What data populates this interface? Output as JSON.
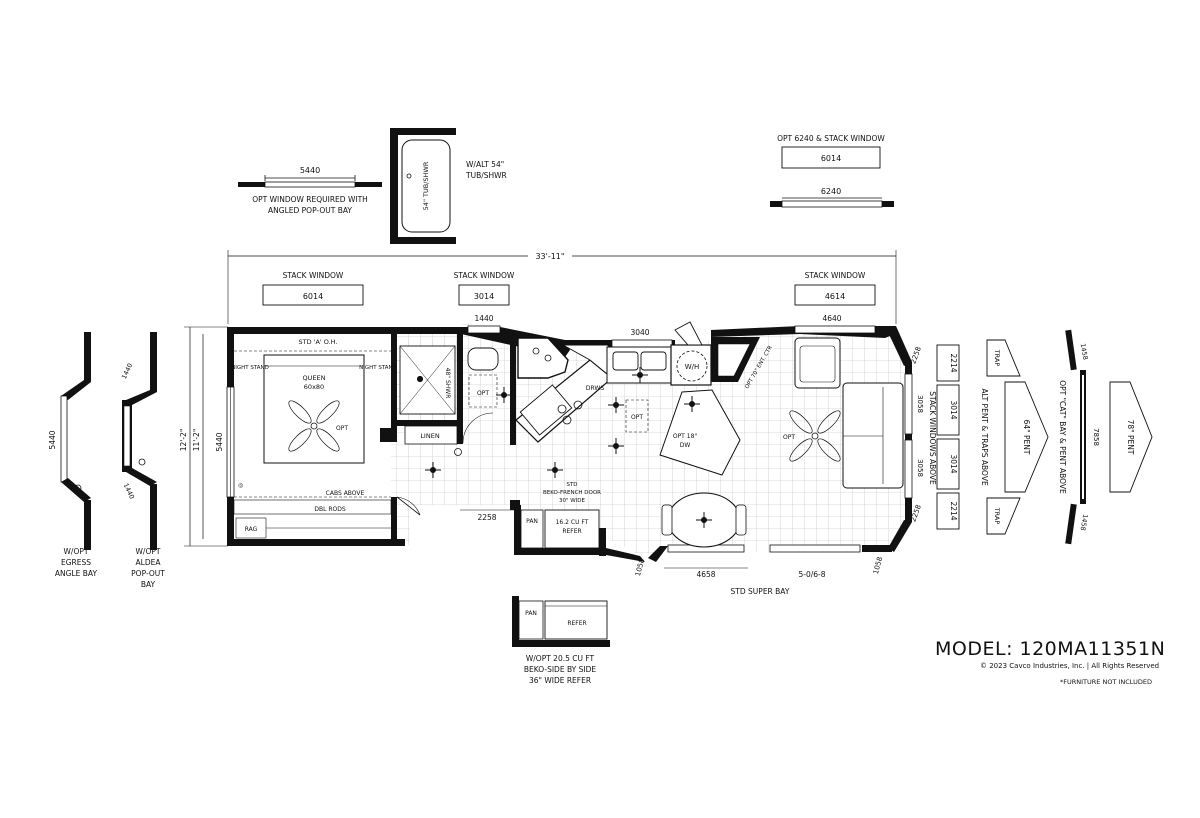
{
  "model": {
    "label": "MODEL: 120MA11351N",
    "copyright": "© 2023 Cavco Industries, Inc. | All Rights Reserved",
    "furniture_note": "*FURNITURE NOT INCLUDED"
  },
  "top_options": {
    "window_5440": "5440",
    "opt_window_line1": "OPT WINDOW REQUIRED WITH",
    "opt_window_line2": "ANGLED POP-OUT BAY",
    "tub_label": "54\" TUB/SHWR",
    "alt_tub_line1": "W/ALT 54\"",
    "alt_tub_line2": "TUB/SHWR",
    "opt6240_title": "OPT 6240 & STACK WINDOW",
    "opt6240_stack": "6014",
    "opt6240_window": "6240"
  },
  "overall_length": "33'-11\"",
  "stack_windows": [
    {
      "title": "STACK WINDOW",
      "size": "6014"
    },
    {
      "title": "STACK WINDOW",
      "size": "3014"
    },
    {
      "title": "STACK WINDOW",
      "size": "4614"
    }
  ],
  "window_sizes": {
    "bath": "1440",
    "kitchen": "3040",
    "living": "4640",
    "left_end": "5440",
    "dining": "4658",
    "door_bay": "2258",
    "bay_left": "1058",
    "bay_right": "1058",
    "front_top": "2258",
    "front_bottom": "2258",
    "front_win1": "3058",
    "front_win2": "3058",
    "slider": "5-0/6-8"
  },
  "side_dims": {
    "outer": "12'-2\"",
    "inner": "11'-2\""
  },
  "rooms": {
    "bed_oh": "STD 'A' O.H.",
    "night_stand": "NIGHT\nSTAND",
    "queen": "QUEEN",
    "queen_size": "60x80",
    "opt": "OPT",
    "shower": "48\" SHWR",
    "linen": "LINEN",
    "cabs_above": "CABS ABOVE",
    "dbl_rods": "DBL RODS",
    "rag": "RAG",
    "drws": "DRWS",
    "wh": "W/H",
    "ent_ctr": "OPT 70\" ENT. CTR",
    "dw_line1": "OPT 18\"",
    "dw_line2": "DW",
    "refer_line1": "16.2 CU FT",
    "refer_line2": "REFER",
    "pan": "PAN",
    "beko_line1": "STD",
    "beko_line2": "BEKO-FRENCH DOOR",
    "beko_line3": "30\" WIDE",
    "super_bay": "STD SUPER BAY"
  },
  "left_bays": {
    "egress_size": "5440",
    "egress_line1": "W/OPT",
    "egress_line2": "EGRESS",
    "egress_line3": "ANGLE BAY",
    "aldea_size_top": "1440",
    "aldea_size_bottom": "1440",
    "aldea_line1": "W/OPT",
    "aldea_line2": "ALDEA",
    "aldea_line3": "POP-OUT",
    "aldea_line4": "BAY"
  },
  "front_options": {
    "sizes": [
      "2214",
      "3014",
      "3014",
      "2214"
    ],
    "stack_above": "STACK WINDOWS ABOVE",
    "trap": "TRAP",
    "pent64": "64\" PENT",
    "alt_pent": "ALT PENT & TRAPS ABOVE",
    "cat_bay": "OPT \"CAT\" BAY & PENT ABOVE",
    "cat_size": "7858",
    "cat_side": "1458",
    "pent78": "78\" PENT"
  },
  "alt_refer": {
    "pan": "PAN",
    "refer": "REFER",
    "line1": "W/OPT 20.5 CU FT",
    "line2": "BEKO-SIDE BY SIDE",
    "line3": "36\" WIDE REFER"
  }
}
